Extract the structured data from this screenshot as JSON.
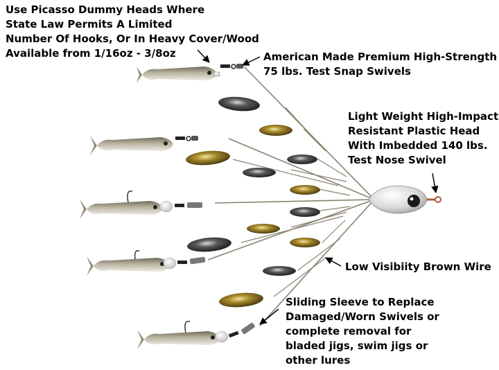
{
  "callouts": {
    "dummy_heads": {
      "lines": [
        "Use Picasso Dummy Heads Where",
        "State Law Permits A Limited",
        "Number Of Hooks, Or In Heavy Cover/Wood",
        "Available from 1/16oz - 3/8oz"
      ]
    },
    "snap_swivels": {
      "lines": [
        "American Made Premium High-Strength",
        "75 lbs. Test Snap Swivels"
      ]
    },
    "plastic_head": {
      "lines": [
        "Light Weight High-Impact",
        "Resistant Plastic Head",
        "With Imbedded  140 lbs.",
        "Test Nose Swivel"
      ]
    },
    "brown_wire": {
      "lines": [
        "Low Visibiity Brown Wire"
      ]
    },
    "sliding_sleeve": {
      "lines": [
        "Sliding Sleeve to Replace",
        "Damaged/Worn Swivels or",
        "complete removal for",
        "bladed jigs, swim jigs or",
        "other lures"
      ]
    }
  },
  "colors": {
    "text": "#000000",
    "wire": "#8a8270",
    "bait_body": "#b7b09a",
    "bait_belly": "#e9e6dc",
    "blade_nickel": "#2a2a2a",
    "blade_gold": "#8a6f1e",
    "head": "#dcdcdc"
  }
}
